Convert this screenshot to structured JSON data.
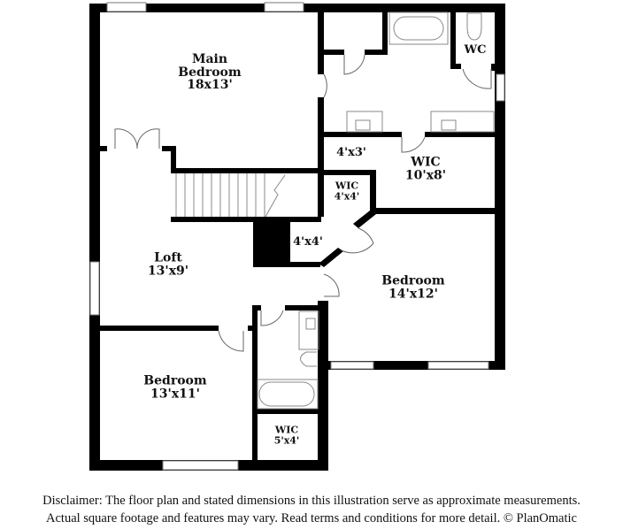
{
  "floorplan": {
    "rooms": [
      {
        "id": "main-bedroom",
        "name_line1": "Main",
        "name_line2": "Bedroom",
        "dimensions": "18x13'"
      },
      {
        "id": "wc",
        "name": "WC"
      },
      {
        "id": "closet-4x3",
        "dimensions": "4'x3'"
      },
      {
        "id": "wic-main",
        "name": "WIC",
        "dimensions": "10'x8'"
      },
      {
        "id": "wic-small",
        "name": "WIC",
        "dimensions": "4'x4'"
      },
      {
        "id": "hall-closet",
        "dimensions": "4'x4'"
      },
      {
        "id": "loft",
        "name": "Loft",
        "dimensions": "13'x9'"
      },
      {
        "id": "bedroom-2",
        "name": "Bedroom",
        "dimensions": "14'x12'"
      },
      {
        "id": "bedroom-3",
        "name": "Bedroom",
        "dimensions": "13'x11'"
      },
      {
        "id": "wic-bedroom3",
        "name": "WIC",
        "dimensions": "5'x4'"
      }
    ],
    "colors": {
      "wall": "#000000",
      "fixture": "#888888",
      "background": "#ffffff"
    }
  },
  "disclaimer": {
    "line1": "Disclaimer: The floor plan and stated dimensions in this illustration serve as approximate measurements.",
    "line2": "Actual square footage and features may vary. Read terms and conditions for more detail. © PlanOmatic"
  }
}
